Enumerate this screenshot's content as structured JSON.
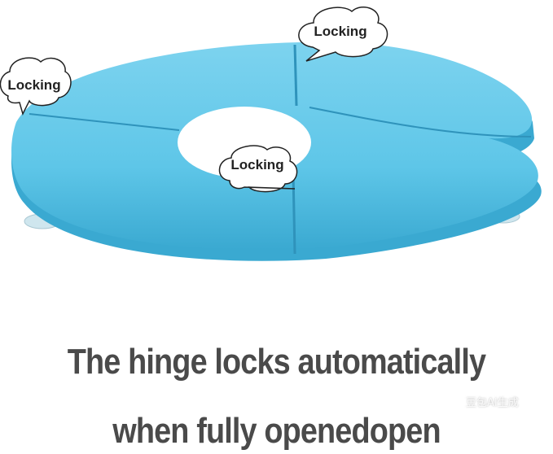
{
  "callouts": [
    {
      "id": "top-right",
      "label": "Locking"
    },
    {
      "id": "left",
      "label": "Locking"
    },
    {
      "id": "center",
      "label": "Locking"
    }
  ],
  "caption": {
    "line1": "The hinge locks automatically",
    "line2": "when fully openedopen"
  },
  "watermark": "豆包AI生成",
  "colors": {
    "seat": "#5ec6e8",
    "seat_shadow": "#3aa9d1",
    "caption": "#4a4a4a"
  }
}
